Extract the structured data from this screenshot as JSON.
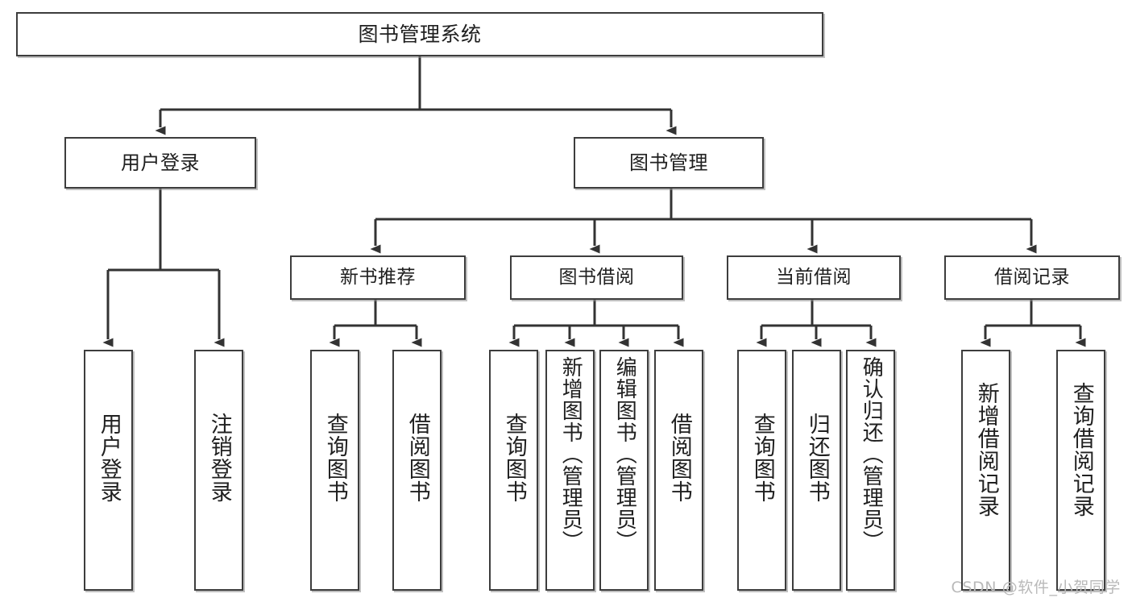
{
  "diagram": {
    "title": "图书管理系统",
    "type": "tree-hierarchy-chart",
    "root": {
      "label": "图书管理系统"
    },
    "level1": [
      {
        "label": "用户登录"
      },
      {
        "label": "图书管理"
      }
    ],
    "level2": [
      {
        "label": "新书推荐"
      },
      {
        "label": "图书借阅"
      },
      {
        "label": "当前借阅"
      },
      {
        "label": "借阅记录"
      }
    ],
    "leaves": {
      "user_login": [
        {
          "label": "用户登录"
        },
        {
          "label": "注销登录"
        }
      ],
      "new_book_recommend": [
        {
          "label": "查询图书"
        },
        {
          "label": "借阅图书"
        }
      ],
      "book_borrow": [
        {
          "label": "查询图书"
        },
        {
          "label": "新增图书（管理员）"
        },
        {
          "label": "编辑图书（管理员）"
        },
        {
          "label": "借阅图书"
        }
      ],
      "current_borrow": [
        {
          "label": "查询图书"
        },
        {
          "label": "归还图书"
        },
        {
          "label": "确认归还（管理员）"
        }
      ],
      "borrow_record": [
        {
          "label": "新增借阅记录"
        },
        {
          "label": "查询借阅记录"
        }
      ]
    }
  },
  "watermark": {
    "text": "CSDN @软件_小贺同学"
  },
  "colors": {
    "box_border": "#3d3d3d",
    "box_fill": "#ffffff",
    "connector": "#333333",
    "text": "#202020",
    "watermark": "#b9b9b9",
    "background": "#ffffff"
  }
}
